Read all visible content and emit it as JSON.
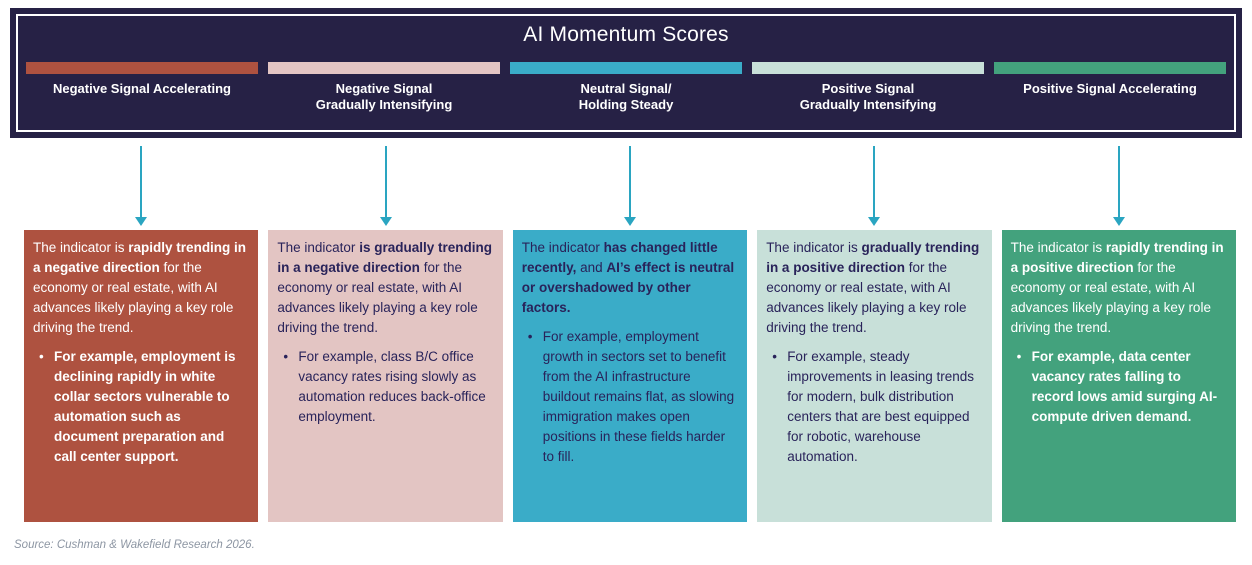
{
  "header": {
    "title": "AI Momentum Scores"
  },
  "ui": {
    "bullet_marker": "•"
  },
  "theme": {
    "background": "#FFFFFF",
    "header_bg": "#262145",
    "header_border": "#FFFFFF",
    "arrow_color": "#2AA5C1",
    "dark_text": "#29235A",
    "source_color": "#8D96A3"
  },
  "columns": [
    {
      "label": "Negative Signal Accelerating",
      "color": "#AE5240",
      "text_color": "#FFFFFF",
      "intro": [
        {
          "t": "The indicator is ",
          "b": false
        },
        {
          "t": "rapidly trending in a negative direction",
          "b": true
        },
        {
          "t": " for the economy or real estate, with AI advances likely playing a key role driving the trend.",
          "b": false
        }
      ],
      "bullet": [
        {
          "t": "For example, employment is declining rapidly in white collar sectors vulnerable to automation such as document preparation and call center support.",
          "b": true
        }
      ]
    },
    {
      "label": "Negative Signal\nGradually Intensifying",
      "color": "#E3C5C3",
      "text_color": "#29235A",
      "intro": [
        {
          "t": "The indicator ",
          "b": false
        },
        {
          "t": "is gradually trending in a negative direction",
          "b": true
        },
        {
          "t": " for the economy or real estate, with AI advances likely playing a key role driving the trend.",
          "b": false
        }
      ],
      "bullet": [
        {
          "t": "For example, class B/C office vacancy rates rising slowly as automation reduces back-office employment.",
          "b": false
        }
      ]
    },
    {
      "label": "Neutral Signal/\nHolding Steady",
      "color": "#3AACC8",
      "text_color": "#29235A",
      "intro": [
        {
          "t": "The indicator ",
          "b": false
        },
        {
          "t": "has changed little recently,",
          "b": true
        },
        {
          "t": " and ",
          "b": false
        },
        {
          "t": "AI’s effect is neutral or overshadowed by other factors.",
          "b": true
        }
      ],
      "bullet": [
        {
          "t": "For example, employment growth in sectors set to benefit from the AI infrastructure buildout remains flat, as slowing immigration makes open positions in these fields harder to fill.",
          "b": false
        }
      ]
    },
    {
      "label": "Positive Signal\nGradually Intensifying",
      "color": "#C8E0D9",
      "text_color": "#29235A",
      "intro": [
        {
          "t": "The indicator is ",
          "b": false
        },
        {
          "t": "gradually trending in a positive direction",
          "b": true
        },
        {
          "t": " for the economy or real estate, with AI advances likely playing a key role driving the trend.",
          "b": false
        }
      ],
      "bullet": [
        {
          "t": "For example, steady improvements in leasing trends for modern, bulk distribution centers that are best equipped for robotic, warehouse automation.",
          "b": false
        }
      ]
    },
    {
      "label": "Positive Signal Accelerating",
      "color": "#43A27D",
      "text_color": "#FFFFFF",
      "intro": [
        {
          "t": "The indicator is ",
          "b": false
        },
        {
          "t": "rapidly trending in a positive direction",
          "b": true
        },
        {
          "t": " for the economy or real estate, with AI advances likely playing a key role driving the trend.",
          "b": false
        }
      ],
      "bullet": [
        {
          "t": "For example, data center vacancy rates falling to record lows amid surging AI-compute driven demand.",
          "b": true
        }
      ]
    }
  ],
  "source": "Source: Cushman & Wakefield Research 2026."
}
